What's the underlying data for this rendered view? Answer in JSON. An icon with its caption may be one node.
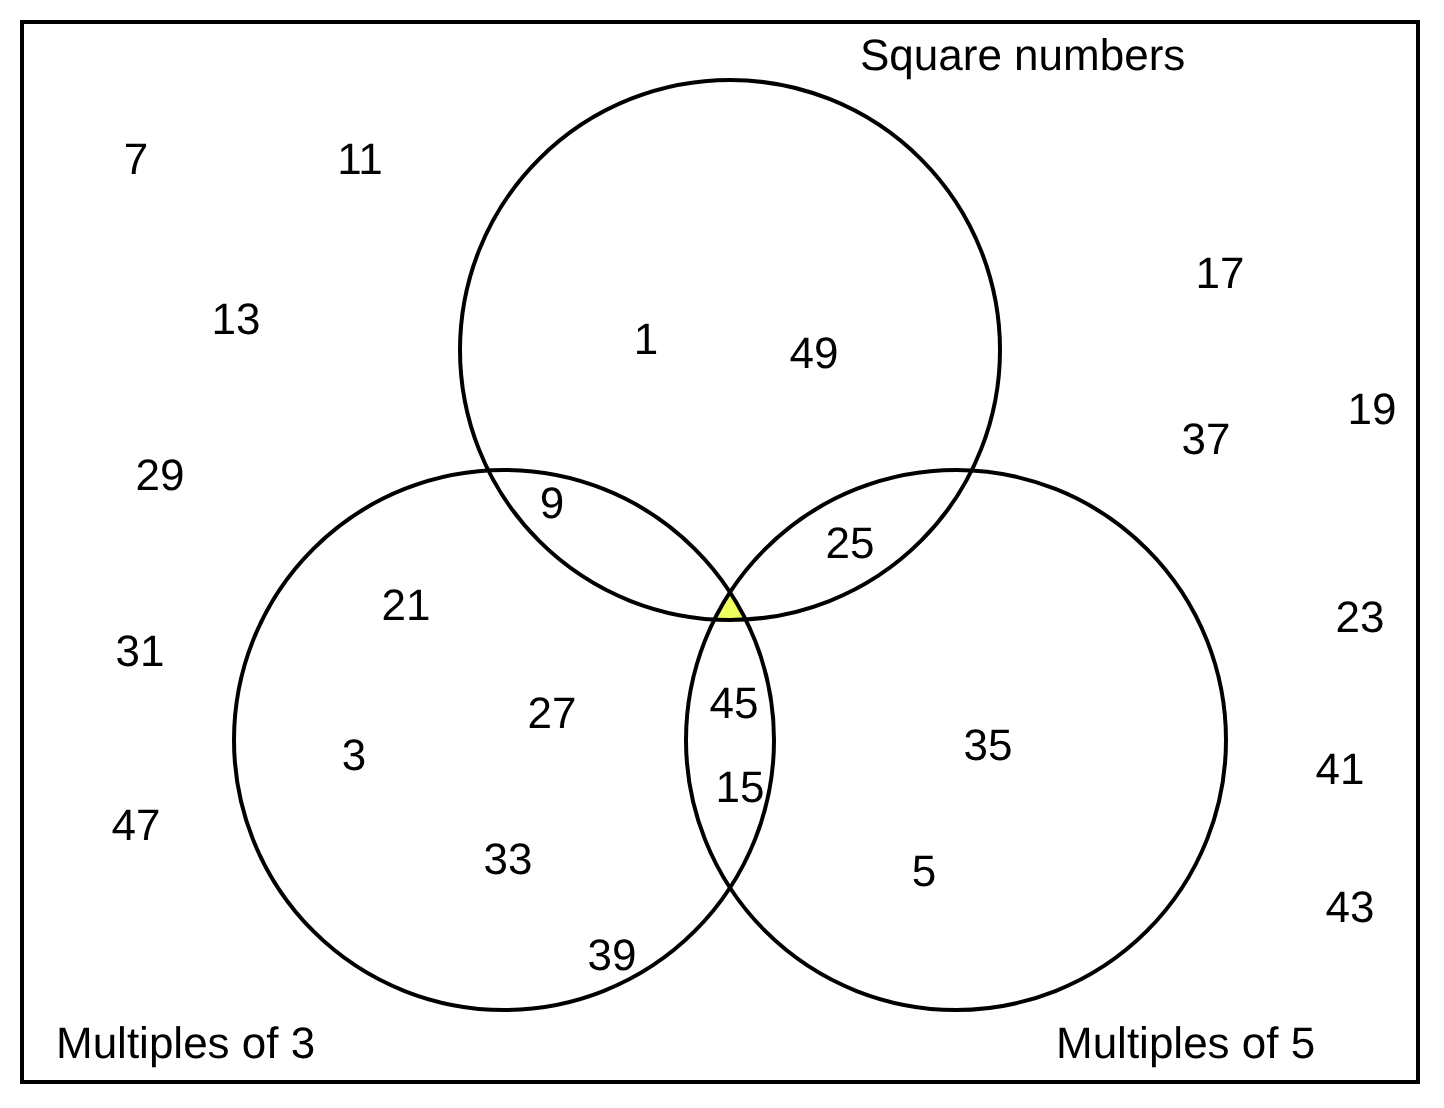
{
  "diagram": {
    "nodes": [
      {
        "text": [],
        "shape": "box"
      },
      {
        "text": [
          "Square numbers"
        ],
        "in": 0
      },
      {
        "text": [
          "Multiples of 3"
        ],
        "in": 0
      },
      {
        "text": [
          "Multiples of 5"
        ],
        "in": 0
      }
    ],
    "edges": [],
    "labels": [
      "7",
      "11",
      "13",
      "1",
      "49",
      "17",
      "19",
      "37",
      "29",
      "9",
      "25",
      "21",
      "31",
      "23",
      "45",
      "27",
      "35",
      "3",
      "15",
      "41",
      "47",
      "33",
      "5",
      "43",
      "39"
    ]
  }
}
